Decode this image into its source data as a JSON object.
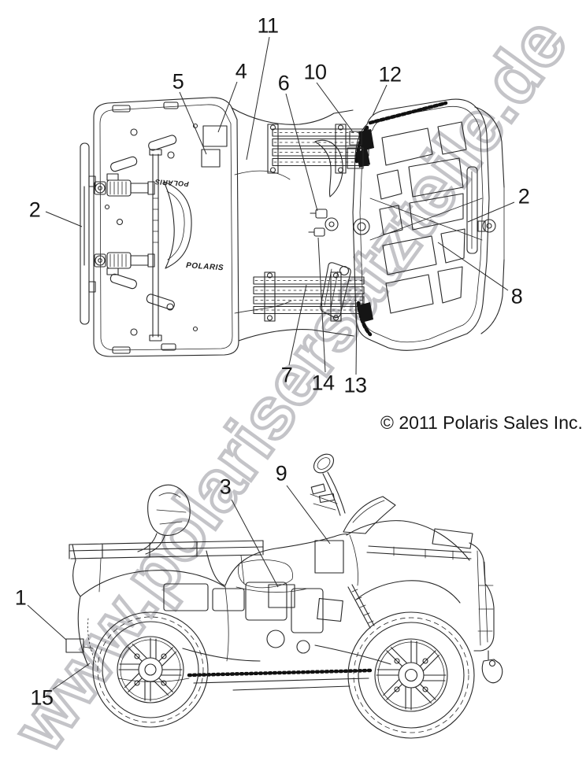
{
  "diagram": {
    "kind": "ATV decal location parts diagram",
    "copyright": "© 2011 Polaris Sales Inc.",
    "watermark": "www.polarisersatzteile.de",
    "brand_decal": "POLARIS",
    "colors": {
      "line": "#262626",
      "label": "#151515",
      "watermark_outline": "#c4c4c8",
      "watermark_fill": "#ffffff",
      "background": "#ffffff"
    },
    "views": [
      {
        "id": "top-view",
        "description": "overhead view of ATV"
      },
      {
        "id": "side-view",
        "description": "left side profile view of ATV"
      }
    ],
    "callouts": [
      {
        "label": "11",
        "view": "top"
      },
      {
        "label": "5",
        "view": "top"
      },
      {
        "label": "4",
        "view": "top"
      },
      {
        "label": "6",
        "view": "top"
      },
      {
        "label": "10",
        "view": "top"
      },
      {
        "label": "12",
        "view": "top"
      },
      {
        "label": "2",
        "view": "top"
      },
      {
        "label": "2",
        "view": "top"
      },
      {
        "label": "8",
        "view": "top"
      },
      {
        "label": "7",
        "view": "top"
      },
      {
        "label": "14",
        "view": "top"
      },
      {
        "label": "13",
        "view": "top"
      },
      {
        "label": "3",
        "view": "side"
      },
      {
        "label": "9",
        "view": "side"
      },
      {
        "label": "1",
        "view": "side"
      },
      {
        "label": "15",
        "view": "side"
      }
    ]
  }
}
